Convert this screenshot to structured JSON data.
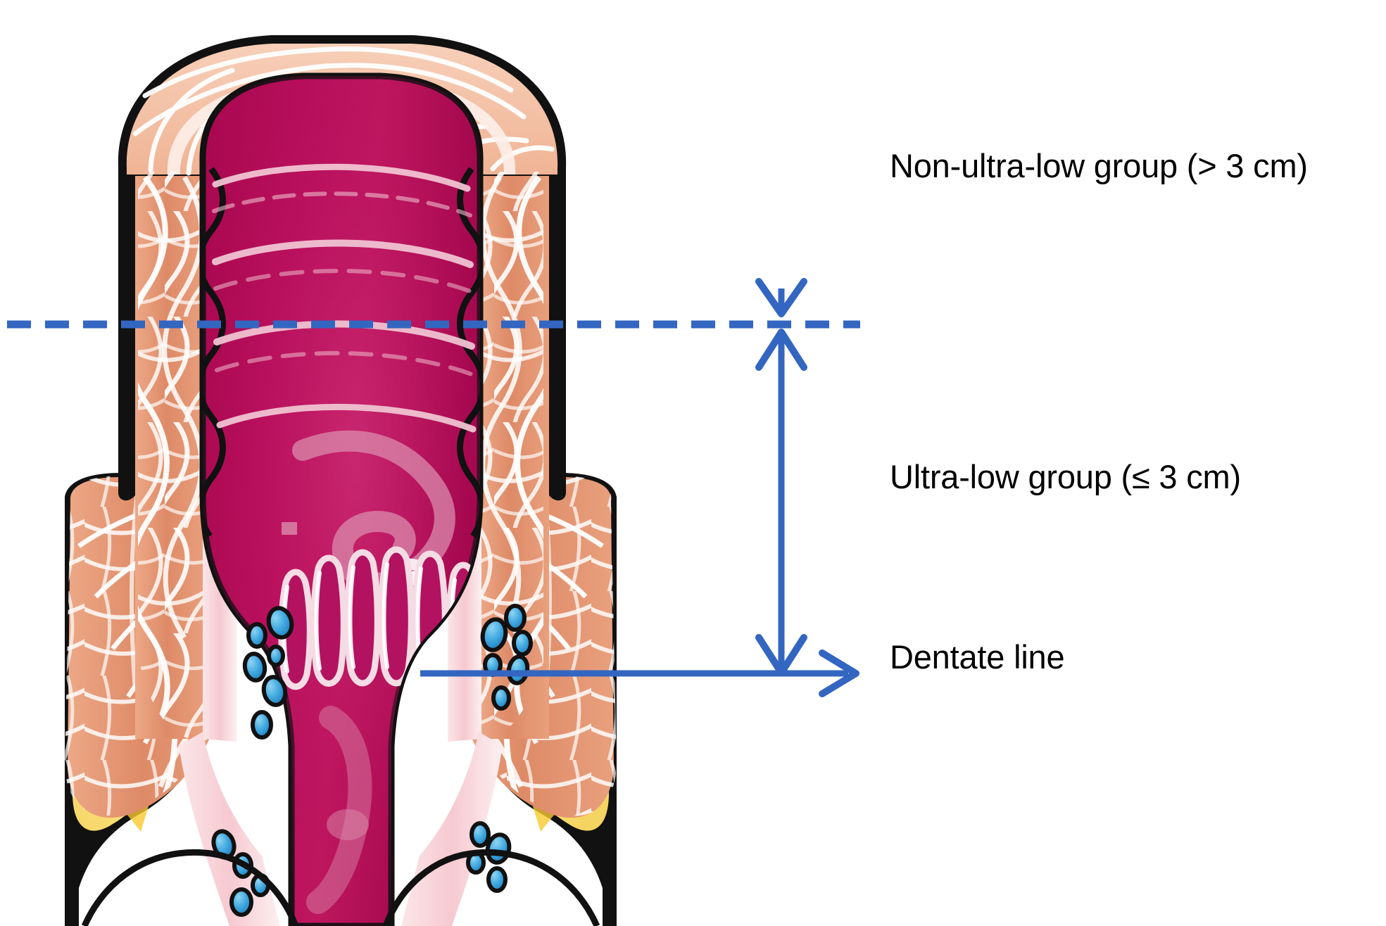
{
  "figure": {
    "kind": "anatomical-cross-section",
    "subject": "rectum-and-anal-canal",
    "background_color": "#ffffff"
  },
  "annotations": {
    "non_ultra_low": {
      "label": "Non-ultra-low group (> 3 cm)",
      "marker": "downward-arrow-with-fading-tail",
      "color": "#3366C0"
    },
    "ultra_low": {
      "label": "Ultra-low group (≤ 3 cm)",
      "marker": "double-headed-vertical-arrow",
      "color": "#3366C0"
    },
    "dentate": {
      "label": "Dentate line",
      "marker": "horizontal-arrow-right",
      "color": "#3366C0"
    },
    "divider": {
      "name": "dashed-reference-line",
      "style": "dashed",
      "color": "#3366C0"
    }
  },
  "palette": {
    "annotation_blue": "#3366C0",
    "mucosa_magenta": "#AE0B55",
    "mucosa_magenta_light": "#C42168",
    "mucosa_highlight": "#D98BAC",
    "submucosa_pink": "#F7CFD4",
    "submucosa_pink_pale": "#FBE4E6",
    "muscle_salmon": "#E2906F",
    "muscle_salmon_light": "#F2BCA1",
    "muscle_fiber_white": "#FFFFFF",
    "fat_yellow": "#FAE28A",
    "fat_yellow_deep": "#F7D24A",
    "vessel_blue": "#3FA9E0",
    "vessel_blue_dark": "#1C7FBF",
    "outline_black": "#111111"
  },
  "structures": [
    {
      "name": "rectal-lumen",
      "color": "#AE0B55"
    },
    {
      "name": "transverse-rectal-folds",
      "color": "#D98BAC"
    },
    {
      "name": "submucosa",
      "color": "#F7CFD4"
    },
    {
      "name": "muscularis-propria",
      "color": "#E2906F"
    },
    {
      "name": "longitudinal-muscle-fibers",
      "color": "#FFFFFF"
    },
    {
      "name": "internal-anal-sphincter",
      "color": "#E2906F"
    },
    {
      "name": "external-anal-sphincter",
      "color": "#E2906F"
    },
    {
      "name": "levator-ani-muscle",
      "color": "#E2906F"
    },
    {
      "name": "ischioanal-fat",
      "color": "#FAE28A"
    },
    {
      "name": "anal-columns",
      "color": "#C42168"
    },
    {
      "name": "hemorrhoidal-vessels",
      "color": "#3FA9E0"
    }
  ]
}
